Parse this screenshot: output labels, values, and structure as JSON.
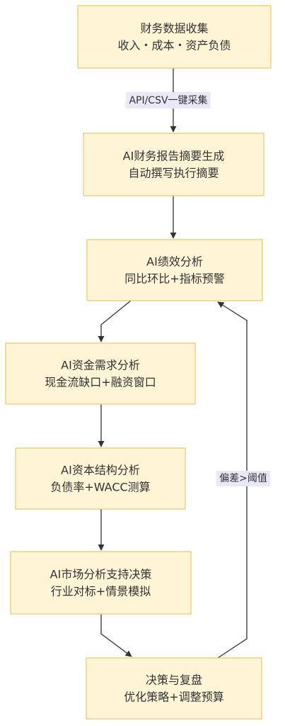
{
  "nodes": [
    {
      "id": "collect",
      "line1": "财务数据收集",
      "line2": "收入・成本・资产负债"
    },
    {
      "id": "report",
      "line1": "AI财务报告摘要生成",
      "line2": "自动撰写执行摘要"
    },
    {
      "id": "performance",
      "line1": "AI绩效分析",
      "line2": "同比环比+指标预警"
    },
    {
      "id": "funding",
      "line1": "AI资金需求分析",
      "line2": "现金流缺口+融资窗口"
    },
    {
      "id": "capital",
      "line1": "AI资本结构分析",
      "line2": "负债率+WACC测算"
    },
    {
      "id": "market",
      "line1": "AI市场分析支持决策",
      "line2": "行业对标+情景模拟"
    },
    {
      "id": "decision",
      "line1": "决策与复盘",
      "line2": "优化策略+调整预算"
    }
  ],
  "edges": [
    {
      "id": "collect-report",
      "from": "collect",
      "to": "report",
      "label": "API/CSV一键采集"
    },
    {
      "id": "report-performance",
      "from": "report",
      "to": "performance",
      "label": ""
    },
    {
      "id": "performance-funding",
      "from": "performance",
      "to": "funding",
      "label": ""
    },
    {
      "id": "funding-capital",
      "from": "funding",
      "to": "capital",
      "label": ""
    },
    {
      "id": "capital-market",
      "from": "capital",
      "to": "market",
      "label": ""
    },
    {
      "id": "market-decision",
      "from": "market",
      "to": "decision",
      "label": ""
    },
    {
      "id": "decision-performance",
      "from": "decision",
      "to": "performance",
      "label": "偏差>阈值"
    }
  ]
}
